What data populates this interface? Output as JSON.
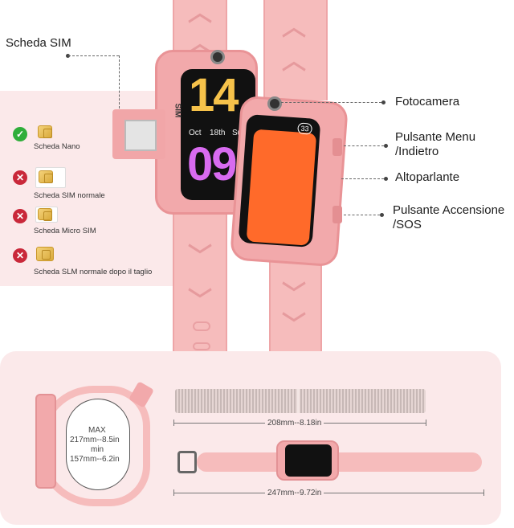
{
  "labels": {
    "sim_card": "Scheda SIM",
    "camera": "Fotocamera",
    "menu_button": "Pulsante Menu\n/Indietro",
    "speaker": "Altoparlante",
    "power_button": "Pulsante Accensione\n/SOS"
  },
  "sim_types": [
    {
      "label": "Scheda Nano",
      "status": "ok"
    },
    {
      "label": "Scheda SIM normale",
      "status": "no"
    },
    {
      "label": "Scheda Micro SIM",
      "status": "no"
    },
    {
      "label": "Scheda SLM normale dopo il taglio",
      "status": "no"
    }
  ],
  "watch_face": {
    "time_hours": "14",
    "time_minutes": "09",
    "day": "Oct",
    "date": "18th",
    "weekday": "Sun",
    "side_label": "SIM",
    "badge": "33"
  },
  "sizes": {
    "wrist_max": "MAX",
    "wrist_range_max": "217mm--8.5in",
    "wrist_min": "min",
    "wrist_range_min": "157mm--6.2in",
    "strap_length": "208mm--8.18in",
    "total_length": "247mm--9.72in"
  },
  "colors": {
    "accent_pink": "#f6bcbc",
    "ok": "#2fae3a",
    "no": "#c9283a"
  }
}
